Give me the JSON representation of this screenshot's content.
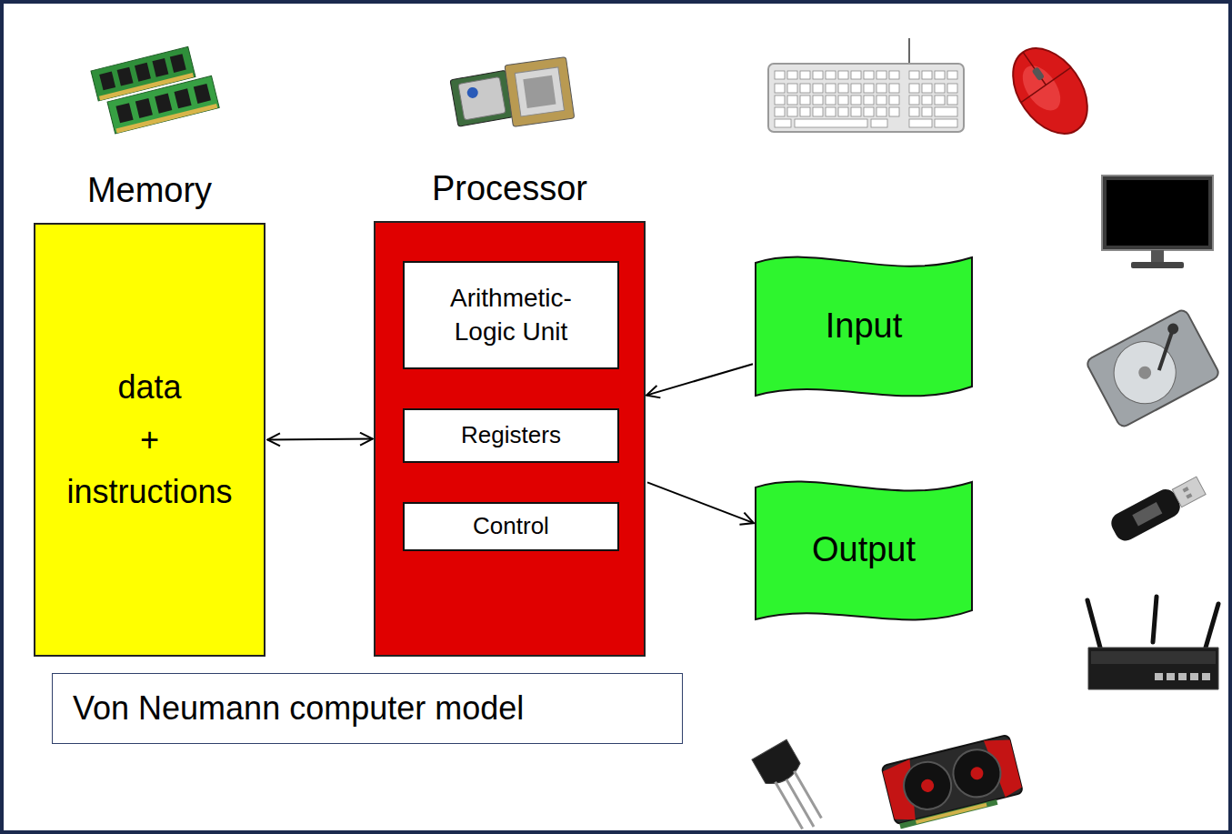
{
  "diagram": {
    "caption": "Von Neumann computer model",
    "nodes": [
      {
        "text": [
          "Memory",
          "data + instructions"
        ]
      },
      {
        "text": [
          "Processor"
        ]
      },
      {
        "text": [
          "Arithmetic- Logic Unit"
        ],
        "in": 1
      },
      {
        "text": [
          "Registers"
        ],
        "in": 1
      },
      {
        "text": [
          "Control"
        ],
        "in": 1
      },
      {
        "text": [
          "Input"
        ]
      },
      {
        "text": [
          "Output"
        ]
      }
    ],
    "edges": [
      {
        "from": 0,
        "to": 1,
        "arrow": "both"
      },
      {
        "from": 5,
        "to": 1,
        "arrow": "to"
      },
      {
        "from": 1,
        "to": 6,
        "arrow": "to"
      }
    ]
  }
}
